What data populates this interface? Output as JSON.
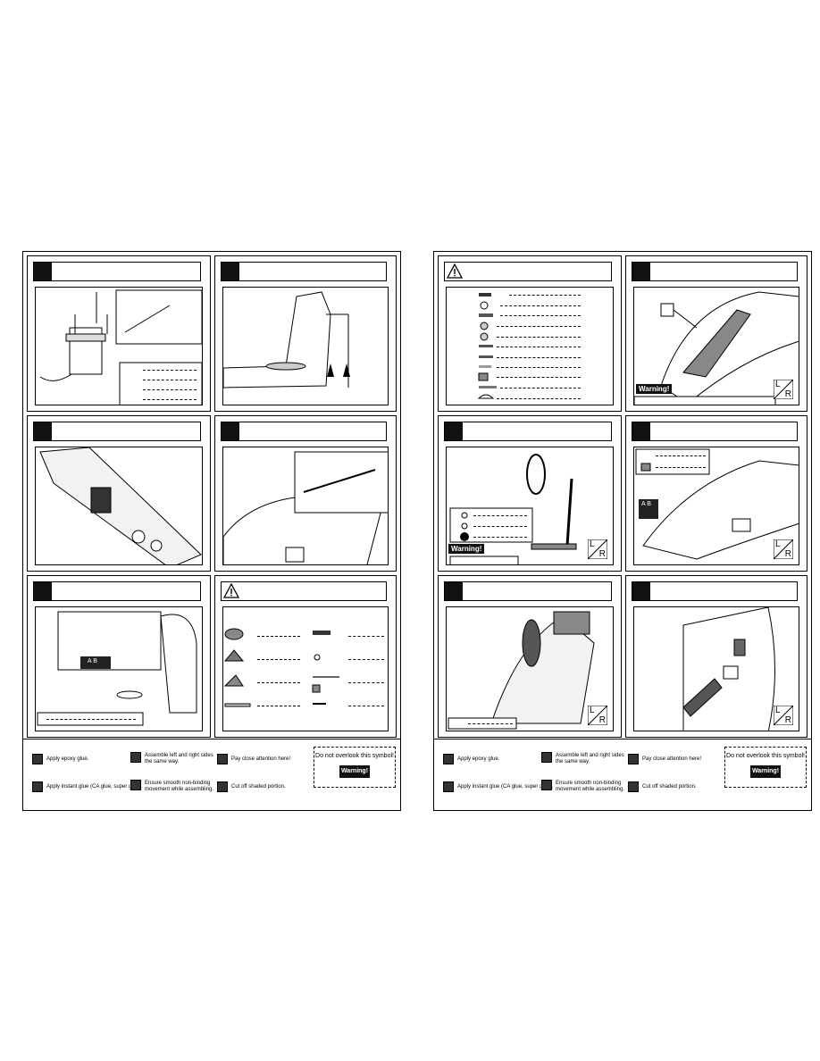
{
  "warning_label": "Warning!",
  "lr_label": {
    "l": "L",
    "r": "R"
  },
  "ab_label": {
    "a": "A",
    "b": "B"
  },
  "legend": {
    "epoxy": "Apply epoxy glue.",
    "instant": "Apply instant glue (CA glue, super glue).",
    "assemble": "Assemble left and right sides\nthe same way.",
    "movement": "Ensure smooth non-binding\nmovement while assembling.",
    "attention": "Pay close attention here!",
    "cut": "Cut off shaded portion.",
    "notice": "Do not overlook this symbol!"
  }
}
